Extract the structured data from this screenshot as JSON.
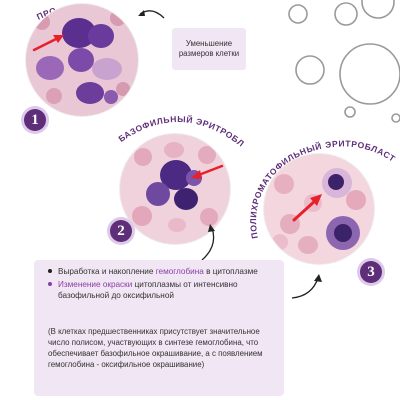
{
  "stages": [
    {
      "number": "1",
      "label": "ПРОЭРИТРОБЛАСТ",
      "visible_label": "ПРО"
    },
    {
      "number": "2",
      "label": "БАЗОФИЛЬНЫЙ ЭРИТРОБЛАСТ"
    },
    {
      "number": "3",
      "label": "ПОЛИХРОМАТОФИЛЬНЫЙ ЭРИТРОБЛАСТ"
    }
  ],
  "note": {
    "text": "Уменьшение размеров клетки"
  },
  "panel": {
    "bullet1_pre": "Выработка и накопление ",
    "bullet1_hl": "гемоглобина",
    "bullet1_post": " в цитоплазме",
    "bullet2_hl": "Изменение окраски",
    "bullet2_post": " цитоплазмы от интенсивно базофильной до оксифильной",
    "paragraph": "(В клетках предшественниках присутствует значительное число полисом, участвующих в синтезе гемоглобина, что обеспечивает базофильное окрашивание, а с появлением гемоглобина - оксифильное окрашивание)"
  },
  "colors": {
    "accent": "#5e2e78",
    "highlight": "#8a3fa8",
    "panel_bg": "#f1e6f3",
    "arrow": "#e8202a",
    "bullet_dark": "#222222",
    "bullet_purple": "#8a3fa8"
  }
}
